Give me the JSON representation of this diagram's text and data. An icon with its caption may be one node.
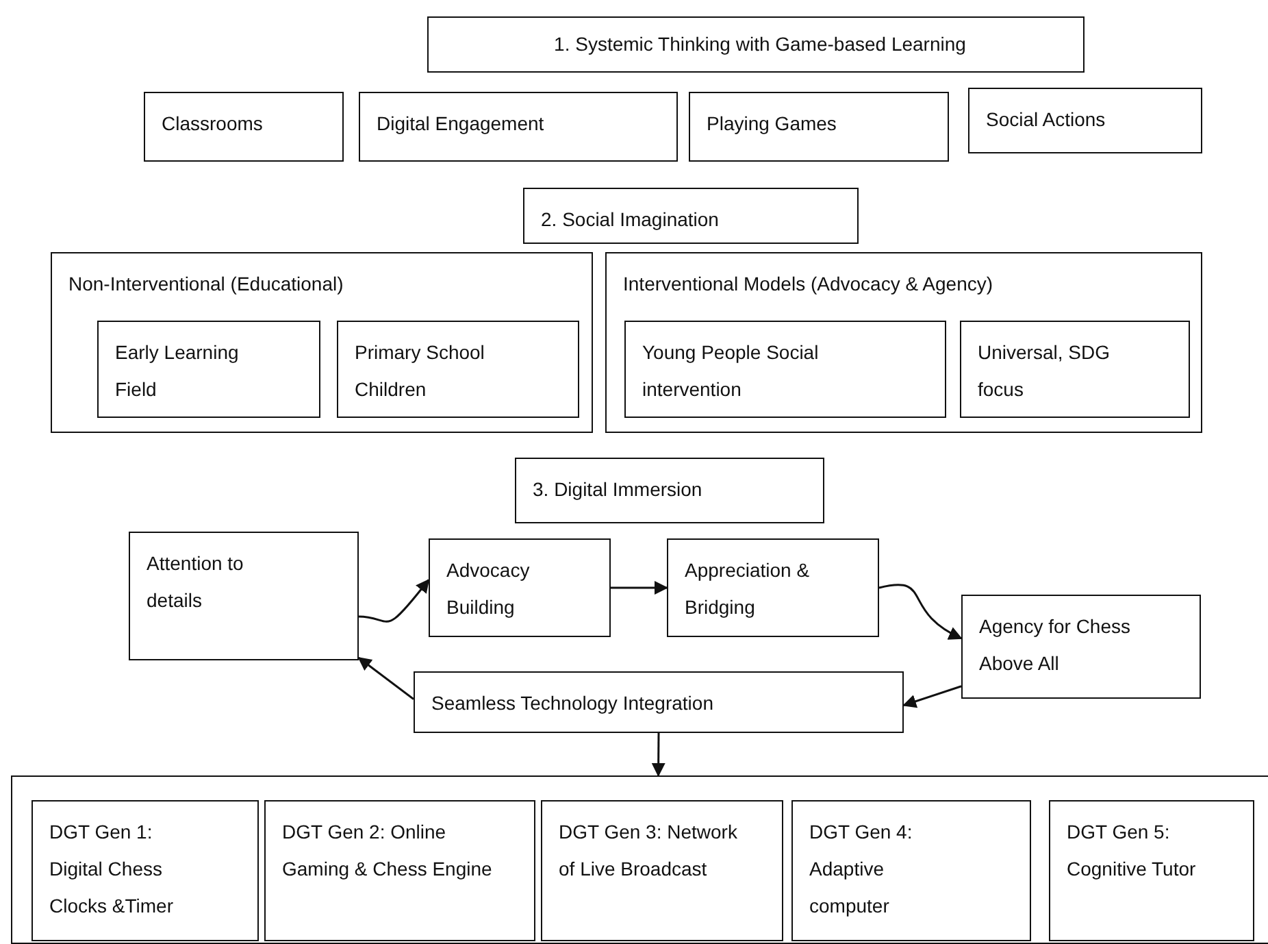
{
  "diagram": {
    "nodes": [
      {
        "text": [
          "1. Systemic Thinking with Game-based Learning"
        ]
      },
      {
        "text": [
          "Classrooms"
        ]
      },
      {
        "text": [
          "Digital Engagement"
        ]
      },
      {
        "text": [
          "Playing Games"
        ]
      },
      {
        "text": [
          "Social Actions"
        ]
      },
      {
        "text": [
          "2. Social Imagination"
        ]
      },
      {
        "text": [
          "Non-Interventional (Educational)"
        ]
      },
      {
        "text": [
          "Early Learning Field"
        ],
        "in": 6
      },
      {
        "text": [
          "Primary School Children"
        ],
        "in": 6
      },
      {
        "text": [
          "Interventional Models (Advocacy & Agency)"
        ]
      },
      {
        "text": [
          "Young People Social intervention"
        ],
        "in": 9
      },
      {
        "text": [
          "Universal, SDG focus"
        ],
        "in": 9
      },
      {
        "text": [
          "3. Digital Immersion"
        ]
      },
      {
        "text": [
          "Advocacy Building"
        ]
      },
      {
        "text": [
          "Appreciation & Bridging"
        ]
      },
      {
        "text": [
          "Attention to details"
        ]
      },
      {
        "text": [
          "Agency for Chess Above All"
        ]
      },
      {
        "text": [
          "Seamless Technology Integration"
        ]
      },
      {
        "text": [],
        "shape": "box"
      },
      {
        "text": [
          "DGT Gen 1: Digital Chess Clocks &Timer"
        ],
        "in": 18
      },
      {
        "text": [
          "DGT Gen 2: Online Gaming & Chess Engine"
        ],
        "in": 18
      },
      {
        "text": [
          "DGT Gen 3: Network of Live Broadcast"
        ],
        "in": 18
      },
      {
        "text": [
          "DGT Gen 4: Adaptive computer"
        ],
        "in": 18
      },
      {
        "text": [
          "DGT Gen 5: Cognitive Tutor"
        ],
        "in": 18
      }
    ],
    "edges": [
      {
        "from": 15,
        "to": 13,
        "arrow": "to"
      },
      {
        "from": 13,
        "to": 14,
        "arrow": "to"
      },
      {
        "from": 14,
        "to": 16,
        "arrow": "to"
      },
      {
        "from": 16,
        "to": 17,
        "arrow": "to"
      },
      {
        "from": 17,
        "to": 15,
        "arrow": "to"
      },
      {
        "from": 17,
        "to": 18,
        "arrow": "to"
      }
    ]
  }
}
